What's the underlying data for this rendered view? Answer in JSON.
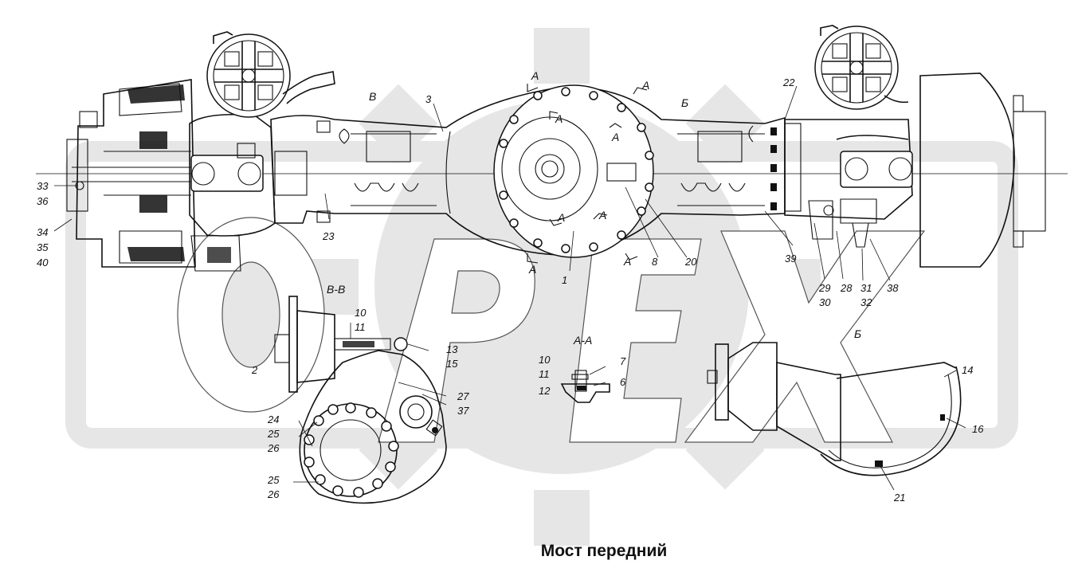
{
  "caption": "Мост передний",
  "section_labels": {
    "b_top": "В",
    "b_right": "Б",
    "b_lower": "Б",
    "vv": "В-В",
    "aa": "А-А",
    "a_marks": [
      "А",
      "А",
      "А",
      "А",
      "А",
      "А",
      "А",
      "А"
    ]
  },
  "callouts": [
    "1",
    "2",
    "3",
    "6",
    "7",
    "8",
    "10",
    "11",
    "10",
    "11",
    "12",
    "13",
    "15",
    "14",
    "16",
    "20",
    "21",
    "22",
    "23",
    "24",
    "25",
    "26",
    "25",
    "26",
    "27",
    "37",
    "28",
    "29",
    "30",
    "31",
    "32",
    "33",
    "36",
    "34",
    "35",
    "40",
    "38",
    "39"
  ],
  "watermark": "ОРЕХ"
}
